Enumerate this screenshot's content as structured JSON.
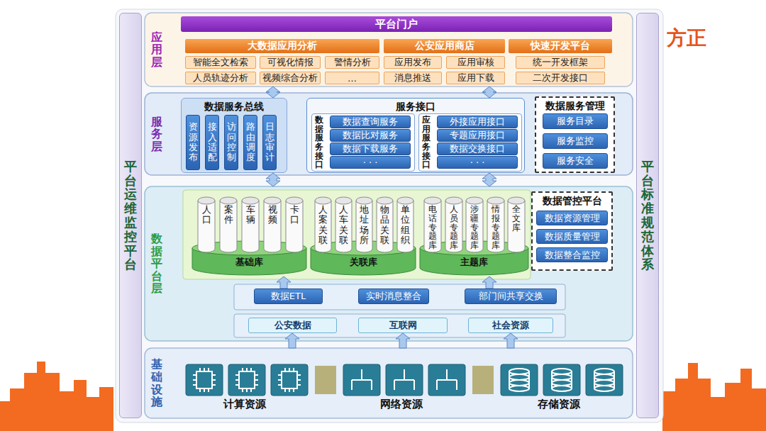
{
  "diagram": {
    "nodes": [
      {
        "text": [
          "平台运维监控平台"
        ]
      },
      {
        "text": [
          "应用层"
        ]
      },
      {
        "text": [
          "平台门户"
        ],
        "in": 1
      },
      {
        "text": [
          "大数据应用分析"
        ],
        "in": 1
      },
      {
        "text": [
          "智能全文检索"
        ],
        "in": 1
      },
      {
        "text": [
          "可视化情报"
        ],
        "in": 1
      },
      {
        "text": [
          "警情分析"
        ],
        "in": 1
      },
      {
        "text": [
          "人员轨迹分析"
        ],
        "in": 1
      },
      {
        "text": [
          "视频综合分析"
        ],
        "in": 1
      },
      {
        "text": [
          "…"
        ],
        "in": 1
      },
      {
        "text": [
          "公安应用商店"
        ],
        "in": 1
      },
      {
        "text": [
          "应用发布"
        ],
        "in": 1
      },
      {
        "text": [
          "应用审核"
        ],
        "in": 1
      },
      {
        "text": [
          "消息推送"
        ],
        "in": 1
      },
      {
        "text": [
          "应用下载"
        ],
        "in": 1
      },
      {
        "text": [
          "快速开发平台"
        ],
        "in": 1
      },
      {
        "text": [
          "统一开发框架"
        ],
        "in": 1
      },
      {
        "text": [
          "二次开发接口"
        ],
        "in": 1
      },
      {
        "text": [
          "服务层"
        ]
      },
      {
        "text": [
          "数据服务总线"
        ],
        "in": 18
      },
      {
        "text": [
          "资源发布"
        ],
        "in": 19
      },
      {
        "text": [
          "接入适配"
        ],
        "in": 19
      },
      {
        "text": [
          "访问控制"
        ],
        "in": 19
      },
      {
        "text": [
          "路由调度"
        ],
        "in": 19
      },
      {
        "text": [
          "日志审计"
        ],
        "in": 19
      },
      {
        "text": [
          "服务接口"
        ],
        "in": 18
      },
      {
        "text": [
          "数据服务接口"
        ],
        "in": 25
      },
      {
        "text": [
          "数据查询服务"
        ],
        "in": 26
      },
      {
        "text": [
          "数据比对服务"
        ],
        "in": 26
      },
      {
        "text": [
          "数据下载服务"
        ],
        "in": 26
      },
      {
        "text": [
          "· · ·"
        ],
        "in": 26
      },
      {
        "text": [
          "应用服务接口"
        ],
        "in": 25
      },
      {
        "text": [
          "外接应用接口"
        ],
        "in": 31
      },
      {
        "text": [
          "专题应用接口"
        ],
        "in": 31
      },
      {
        "text": [
          "数据交换接口"
        ],
        "in": 31
      },
      {
        "text": [
          "· · ·"
        ],
        "in": 31
      },
      {
        "text": [
          "数据服务管理"
        ],
        "in": 18
      },
      {
        "text": [
          "服务目录"
        ],
        "in": 36
      },
      {
        "text": [
          "服务监控"
        ],
        "in": 36
      },
      {
        "text": [
          "服务安全"
        ],
        "in": 36
      },
      {
        "text": [
          "数据平台层"
        ]
      },
      {
        "text": [
          "基础库"
        ],
        "in": 40
      },
      {
        "text": [
          "人口"
        ],
        "in": 41
      },
      {
        "text": [
          "案件"
        ],
        "in": 41
      },
      {
        "text": [
          "车辆"
        ],
        "in": 41
      },
      {
        "text": [
          "视频"
        ],
        "in": 41
      },
      {
        "text": [
          "卡口"
        ],
        "in": 41
      },
      {
        "text": [
          "关联库"
        ],
        "in": 40
      },
      {
        "text": [
          "人案关联"
        ],
        "in": 47
      },
      {
        "text": [
          "人车关联"
        ],
        "in": 47
      },
      {
        "text": [
          "地址场所"
        ],
        "in": 47
      },
      {
        "text": [
          "物品关联"
        ],
        "in": 47
      },
      {
        "text": [
          "单位组织"
        ],
        "in": 47
      },
      {
        "text": [
          "主题库"
        ],
        "in": 40
      },
      {
        "text": [
          "电话专题库"
        ],
        "in": 53
      },
      {
        "text": [
          "人员专题库"
        ],
        "in": 53
      },
      {
        "text": [
          "涉疆专题库"
        ],
        "in": 53
      },
      {
        "text": [
          "情报专题库"
        ],
        "in": 53
      },
      {
        "text": [
          "全文库"
        ],
        "in": 53
      },
      {
        "text": [
          "数据管控平台"
        ],
        "in": 40
      },
      {
        "text": [
          "数据资源管理"
        ],
        "in": 59
      },
      {
        "text": [
          "数据质量管理"
        ],
        "in": 59
      },
      {
        "text": [
          "数据整合监控"
        ],
        "in": 59
      },
      {
        "text": [
          "数据ETL"
        ],
        "in": 40
      },
      {
        "text": [
          "实时消息整合"
        ],
        "in": 40
      },
      {
        "text": [
          "部门间共享交换"
        ],
        "in": 40
      },
      {
        "text": [
          "公安数据"
        ],
        "in": 40
      },
      {
        "text": [
          "互联网"
        ],
        "in": 40
      },
      {
        "text": [
          "社会资源"
        ],
        "in": 40
      },
      {
        "text": [
          "基础设施"
        ]
      },
      {
        "text": [
          "平台标准规范体系"
        ]
      }
    ],
    "edges": [
      {
        "from": 1,
        "to": 19,
        "arrow": "both"
      },
      {
        "from": 1,
        "to": 25,
        "arrow": "both"
      },
      {
        "from": 19,
        "to": 40,
        "arrow": "both"
      },
      {
        "from": 25,
        "to": 40,
        "arrow": "both"
      },
      {
        "from": 63,
        "to": 41,
        "arrow": "to"
      },
      {
        "from": 65,
        "to": 53,
        "arrow": "to"
      },
      {
        "from": 69,
        "to": 66,
        "arrow": "to"
      },
      {
        "from": 69,
        "to": 67,
        "arrow": "to"
      },
      {
        "from": 69,
        "to": 68,
        "arrow": "to"
      }
    ],
    "labels": [
      "计算资源",
      "网络资源",
      "存储资源",
      "方正"
    ]
  }
}
